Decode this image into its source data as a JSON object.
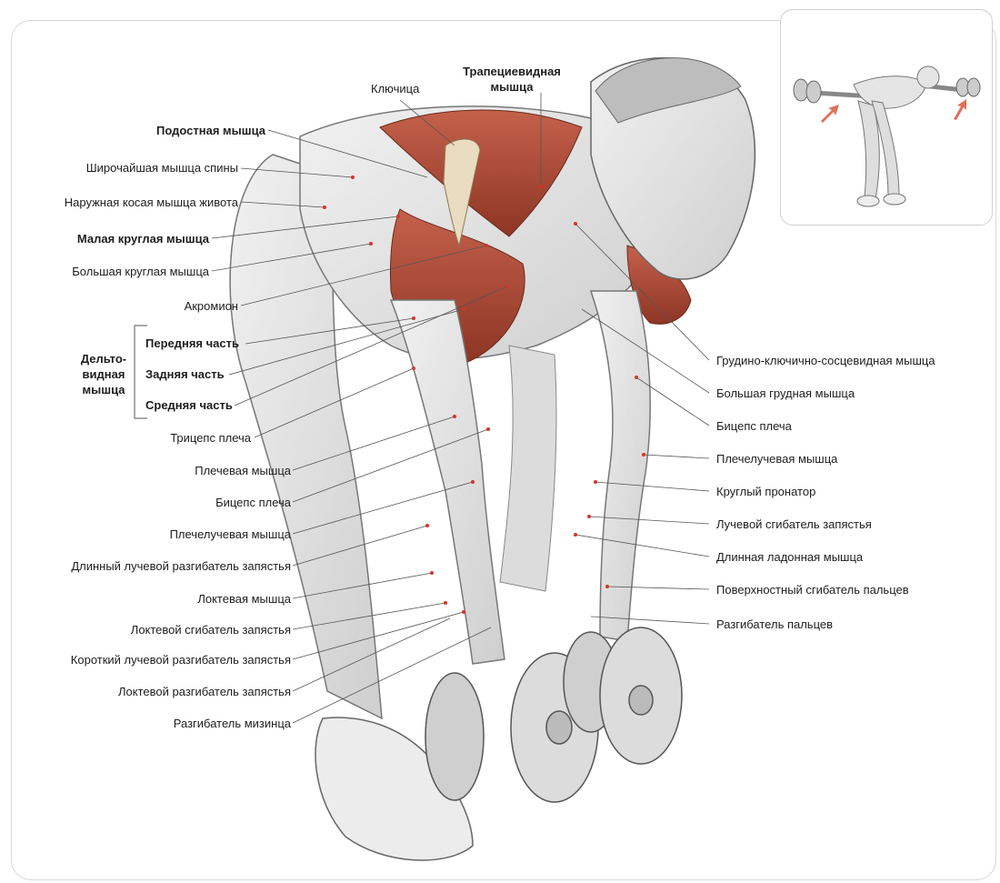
{
  "labels": {
    "klyuchitsa": "Ключица",
    "trapezius": "Трапециевидная\nмышца",
    "podostnaya": "Подостная мышца",
    "shirochayshaya": "Широчайшая мышца спины",
    "naruzhnaya_kosaya": "Наружная косая мышца живота",
    "malaya_kruglaya": "Малая круглая мышца",
    "bolshaya_kruglaya": "Большая круглая мышца",
    "akromion": "Акромион",
    "delta_title": "Дельто-\nвидная\nмышца",
    "delta_front": "Передняя часть",
    "delta_rear": "Задняя часть",
    "delta_middle": "Средняя часть",
    "triceps": "Трицепс плеча",
    "plechevaya": "Плечевая мышца",
    "biceps_left": "Бицепс плеча",
    "plecheluchevaya_left": "Плечелучевая  мышца",
    "dl_luch_razgib": "Длинный лучевой разгибатель запястья",
    "loktevaya": "Локтевая мышца",
    "lokt_sgib": "Локтевой сгибатель запястья",
    "korot_luch_razgib": "Короткий лучевой разгибатель запястья",
    "lokt_razgib": "Локтевой разгибатель запястья",
    "razgib_mizintsa": "Разгибатель мизинца",
    "grudino": "Грудино-ключично-сосцевидная мышца",
    "bolshaya_grudnaya": "Большая грудная мышца",
    "biceps_right": "Бицепс плеча",
    "plecheluchevaya_right": "Плечелучевая  мышца",
    "krugly_pronator": "Круглый пронатор",
    "luch_sgib": "Лучевой сгибатель запястья",
    "dl_ladonnaya": "Длинная ладонная мышца",
    "poverkh_sgib": "Поверхностный сгибатель пальцев",
    "razgib_paltsev": "Разгибатель пальцев"
  },
  "colors": {
    "muscle_highlight": "#b5503c",
    "leader_line": "#555555",
    "marker_dot": "#d8322a",
    "arrow": "#e0705a"
  }
}
